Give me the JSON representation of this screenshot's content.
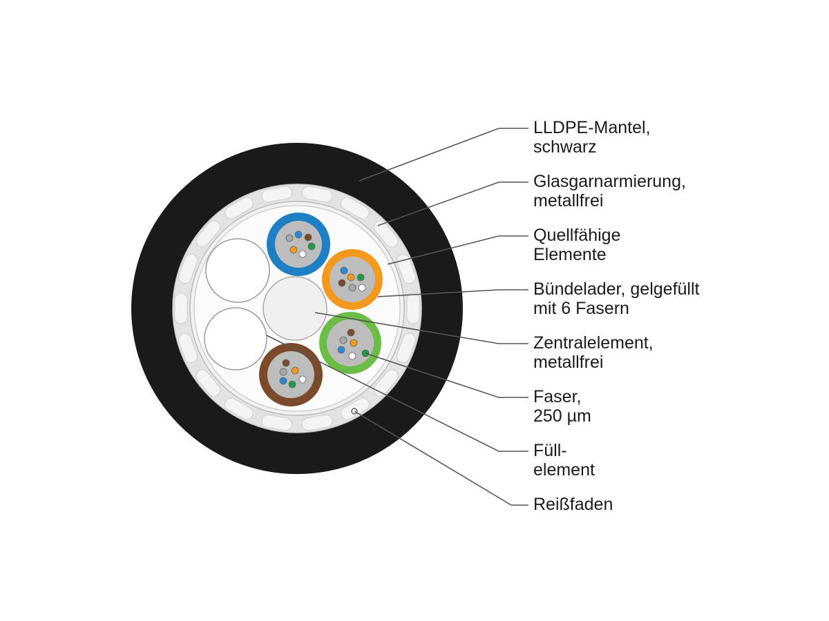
{
  "labels": [
    {
      "id": "lldpe-mantel",
      "lines": [
        "LLDPE-Mantel,",
        "schwarz"
      ]
    },
    {
      "id": "glasgarnarmierung",
      "lines": [
        "Glasgarnarmierung,",
        "metallfrei"
      ]
    },
    {
      "id": "quellfaehige-elemente",
      "lines": [
        "Quellfähige",
        "Elemente"
      ]
    },
    {
      "id": "buendelader",
      "lines": [
        "Bündelader, gelgefüllt",
        "mit 6 Fasern"
      ]
    },
    {
      "id": "zentralelement",
      "lines": [
        "Zentralelement,",
        "metallfrei"
      ]
    },
    {
      "id": "faser",
      "lines": [
        "Faser,",
        "250 µm"
      ]
    },
    {
      "id": "fuellelement",
      "lines": [
        "Füll-",
        "element"
      ]
    },
    {
      "id": "reissfaden",
      "lines": [
        "Reißfaden"
      ]
    }
  ],
  "colors": {
    "jacket": "#1a1a1a",
    "armor": "#e3e3e3",
    "armor_segment": "#f4f4f4",
    "inner_fill": "#fbfbfb",
    "tube_gel": "#bdbdbd",
    "tube_blue": "#1f7fc4",
    "tube_orange": "#f39a1e",
    "tube_green": "#6cbd45",
    "tube_brown": "#7b4a2a",
    "fiber_blue": "#2e86d6",
    "fiber_orange": "#f39a1e",
    "fiber_green": "#1e9a4a",
    "fiber_brown": "#7b4a2a",
    "fiber_grey": "#a8a8a8",
    "fiber_white": "#ffffff",
    "leader_line": "#555555"
  }
}
